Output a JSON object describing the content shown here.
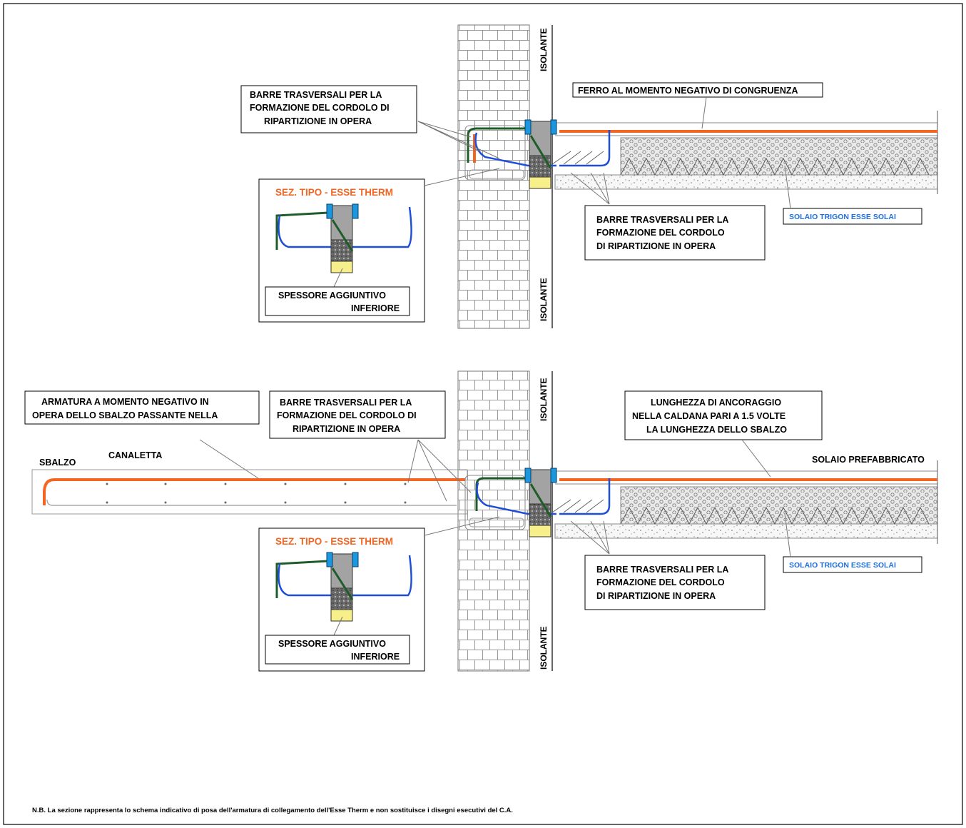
{
  "colors": {
    "rebar_orange": "#f26522",
    "rebar_blue": "#1f4fd8",
    "rebar_green": "#1f5c2a",
    "block_gray": "#a3a3a3",
    "cap_blue": "#1b97e0",
    "insulation_yellow": "#f7ef8a",
    "label_red": "#f26522",
    "label_blue": "#1f6fe0"
  },
  "section1": {
    "isolante_top": "ISOLANTE",
    "isolante_bottom": "ISOLANTE",
    "barre_left": [
      "BARRE TRASVERSALI  PER LA",
      "FORMAZIONE DEL CORDOLO DI",
      "RIPARTIZIONE IN OPERA"
    ],
    "ferro": "FERRO AL MOMENTO NEGATIVO DI CONGRUENZA",
    "sez_tipo": "SEZ. TIPO - ESSE THERM",
    "spessore": [
      "SPESSORE AGGIUNTIVO",
      "INFERIORE"
    ],
    "barre_right": [
      "BARRE TRASVERSALI  PER LA",
      "FORMAZIONE DEL CORDOLO",
      "DI RIPARTIZIONE IN OPERA"
    ],
    "solaio_trigon": "SOLAIO TRIGON  ESSE SOLAI"
  },
  "section2": {
    "isolante_top": "ISOLANTE",
    "isolante_bottom": "ISOLANTE",
    "armatura": [
      "ARMATURA A MOMENTO NEGATIVO IN",
      "OPERA DELLO SBALZO PASSANTE NELLA"
    ],
    "barre_left": [
      "BARRE TRASVERSALI  PER LA",
      "FORMAZIONE DEL CORDOLO DI",
      "RIPARTIZIONE IN OPERA"
    ],
    "lunghezza": [
      "LUNGHEZZA DI ANCORAGGIO",
      "NELLA CALDANA PARI A 1.5 VOLTE",
      "LA LUNGHEZZA DELLO SBALZO"
    ],
    "sbalzo": "SBALZO",
    "canaletta": "CANALETTA",
    "solaio_prefab": "SOLAIO PREFABBRICATO",
    "sez_tipo": "SEZ. TIPO - ESSE THERM",
    "spessore": [
      "SPESSORE AGGIUNTIVO",
      "INFERIORE"
    ],
    "barre_right": [
      "BARRE TRASVERSALI  PER LA",
      "FORMAZIONE DEL CORDOLO",
      "DI RIPARTIZIONE IN OPERA"
    ],
    "solaio_trigon": "SOLAIO TRIGON  ESSE SOLAI"
  },
  "footnote": "N.B. La sezione rappresenta lo schema indicativo di posa dell'armatura di collegamento dell'Esse Therm e non sostituisce i disegni esecutivi del C.A."
}
